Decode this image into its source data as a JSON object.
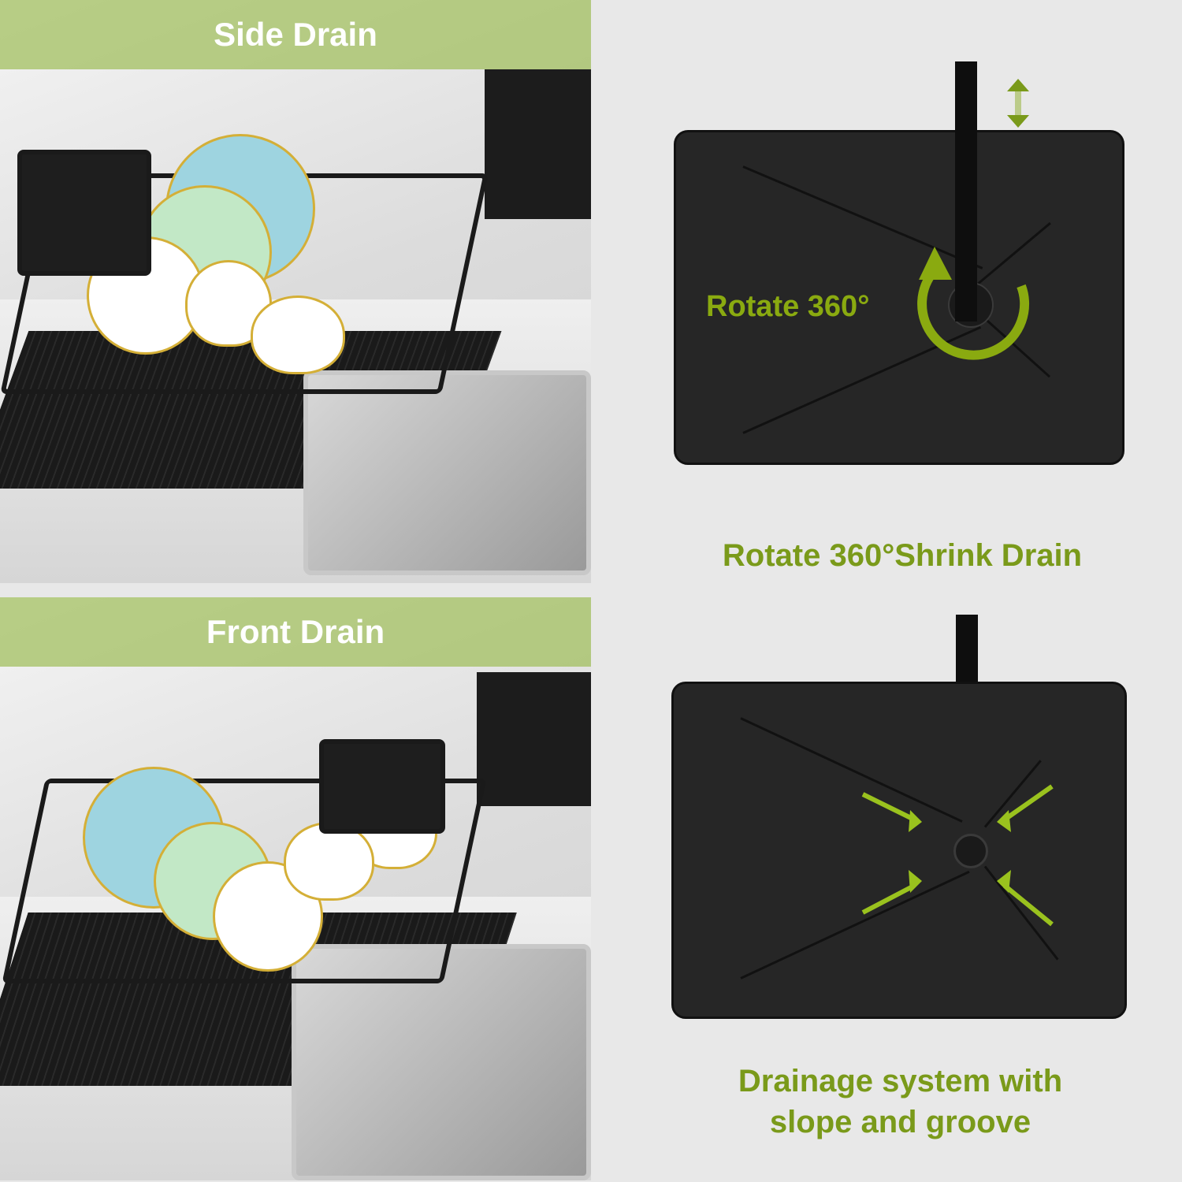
{
  "panels": {
    "side_drain": {
      "banner_label": "Side Drain"
    },
    "front_drain": {
      "banner_label": "Front Drain"
    },
    "rotate": {
      "overlay_label": "Rotate 360°",
      "caption": "Rotate 360°Shrink Drain"
    },
    "drainage": {
      "caption_line1": "Drainage system with",
      "caption_line2": "slope and groove"
    }
  },
  "colors": {
    "accent_green": "#7a9a1a",
    "banner_green": "#a0be5a",
    "tray_black": "#262626",
    "background": "#e8e8e8"
  },
  "icons": [
    "up-down-arrow-icon",
    "rotate-arrow-icon",
    "inward-arrow-icon"
  ]
}
